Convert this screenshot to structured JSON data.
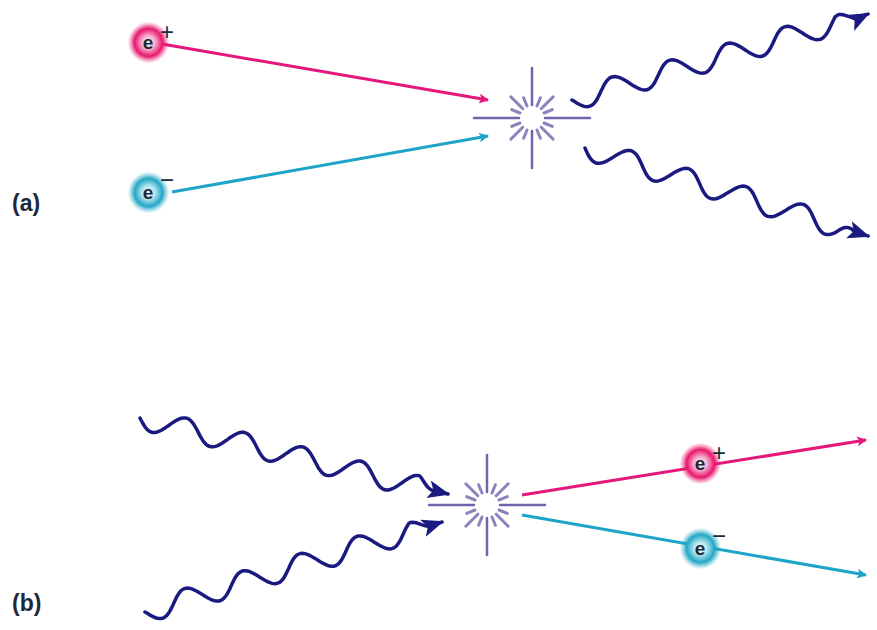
{
  "diagram": {
    "nodes": [
      {
        "text": [
          "e",
          "+"
        ]
      },
      {
        "text": [
          "e",
          "−"
        ]
      },
      {
        "text": [
          "e",
          "+"
        ]
      },
      {
        "text": [
          "e",
          "−"
        ]
      }
    ],
    "labels": [
      "(a)",
      "(b)"
    ]
  }
}
